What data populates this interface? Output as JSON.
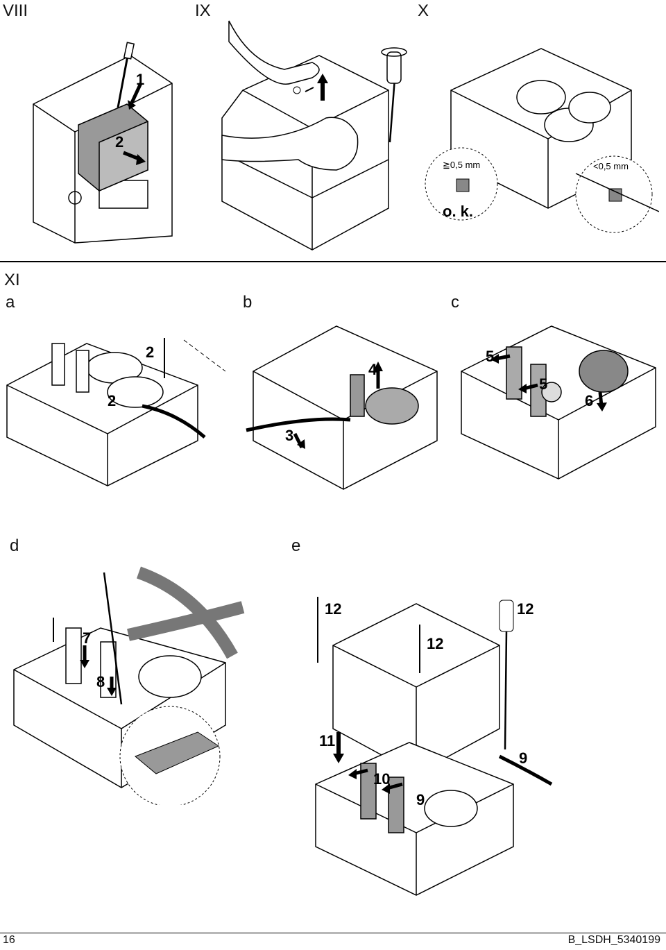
{
  "panels": {
    "viii": {
      "label": "VIII",
      "steps": [
        "1",
        "2"
      ]
    },
    "ix": {
      "label": "IX"
    },
    "x": {
      "label": "X",
      "gap_ok": "≧0,5 mm",
      "gap_bad": "<0,5 mm",
      "ok_text": "o. k."
    },
    "xi": {
      "label": "XI"
    }
  },
  "sub_panels": {
    "a": {
      "label": "a",
      "steps": [
        "2",
        "2"
      ]
    },
    "b": {
      "label": "b",
      "steps": [
        "3",
        "4"
      ]
    },
    "c": {
      "label": "c",
      "steps": [
        "5",
        "5",
        "6"
      ]
    },
    "d": {
      "label": "d",
      "steps": [
        "7",
        "8"
      ]
    },
    "e": {
      "label": "e",
      "steps": [
        "12",
        "12",
        "12",
        "11",
        "10",
        "9",
        "9"
      ]
    }
  },
  "footer": {
    "page_number": "16",
    "doc_code": "B_LSDH_5340199"
  }
}
